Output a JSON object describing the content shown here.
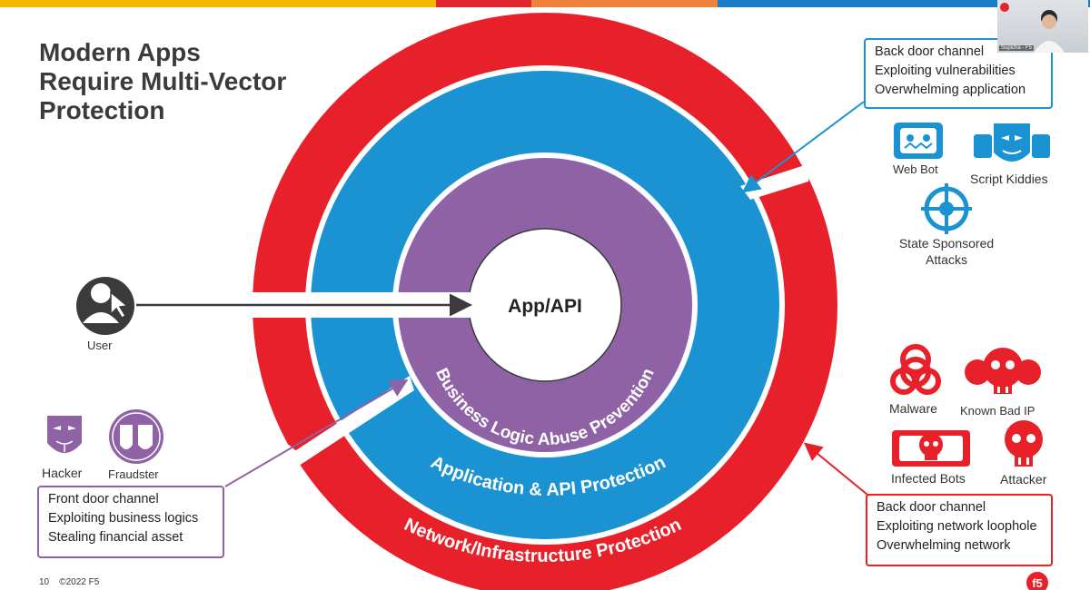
{
  "colors": {
    "red": "#e8202a",
    "blue": "#1b93d2",
    "purple": "#8f62a6",
    "dark": "#3b3b3b",
    "topbar": [
      "#f5b800",
      "#e2252d",
      "#f0823c",
      "#1a7bc7"
    ]
  },
  "title": {
    "line1": "Modern Apps",
    "line2": "Require Multi-Vector",
    "line3": "Protection"
  },
  "rings": {
    "center": "App/API",
    "inner": "Business Logic Abuse Prevention",
    "middle": "Application & API Protection",
    "outer": "Network/Infrastructure Protection"
  },
  "left": {
    "user": "User",
    "hacker": "Hacker",
    "fraudster": "Fraudster",
    "front_box": [
      "Front door channel",
      "Exploiting business logics",
      "Stealing financial asset"
    ]
  },
  "right_top": {
    "box": [
      "Back door channel",
      "Exploiting vulnerabilities",
      "Overwhelming application"
    ],
    "web_bot": "Web Bot",
    "script_kiddies": "Script Kiddies",
    "state_line1": "State Sponsored",
    "state_line2": "Attacks"
  },
  "right_bottom": {
    "malware": "Malware",
    "known_bad_ip": "Known Bad IP",
    "infected_bots": "Infected Bots",
    "attacker": "Attacker",
    "box": [
      "Back door channel",
      "Exploiting network loophole",
      "Overwhelming network"
    ]
  },
  "footer": {
    "page": "10",
    "copyright": "©2022 F5"
  },
  "webcam": {
    "name": "Supicha - F5"
  }
}
